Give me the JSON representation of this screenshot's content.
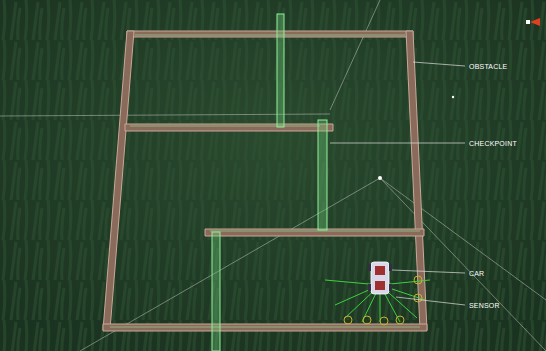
{
  "diagram": {
    "labels": [
      "OBSTACLE",
      "CHECKPOINT",
      "CAR",
      "SENSOR"
    ]
  }
}
